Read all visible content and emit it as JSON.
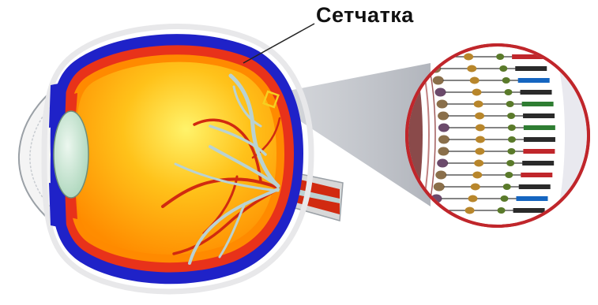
{
  "diagram": {
    "label": "Сетчатка"
  },
  "colors": {
    "sclera": "#1f22c8",
    "choroid": "#e8321a",
    "retina": "#ff8a00",
    "vitreous_core": "#ffe24a",
    "lens": "#cfe8d8",
    "vessels": "#d12a10",
    "nerve": "#a9c8c8",
    "callout_circle": "#c0262b",
    "beam": "#b9bdc4"
  },
  "icons": [
    "eye-cross-section",
    "retina-cells-magnified"
  ]
}
